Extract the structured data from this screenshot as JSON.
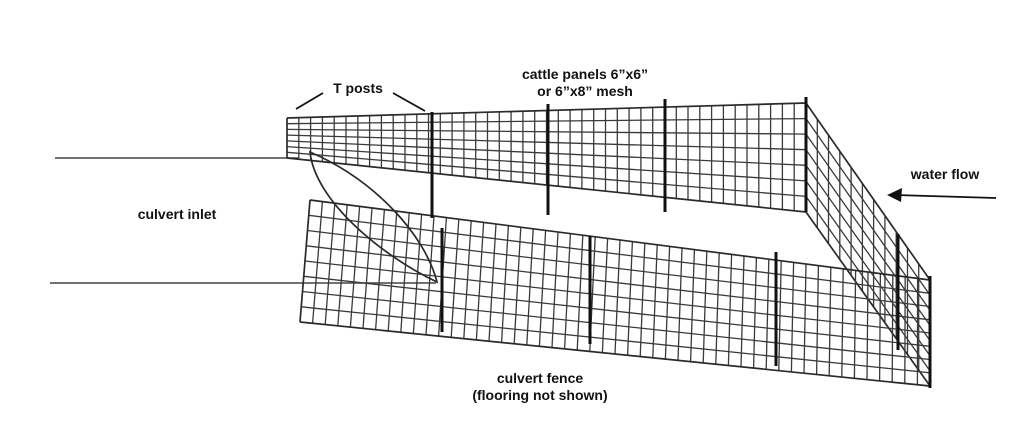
{
  "labels": {
    "t_posts": "T posts",
    "panels_line1": "cattle panels 6”x6”",
    "panels_line2": "or 6”x8” mesh",
    "water_flow": "water flow",
    "culvert_inlet": "culvert inlet",
    "fence_line1": "culvert fence",
    "fence_line2": "(flooring not shown)"
  }
}
